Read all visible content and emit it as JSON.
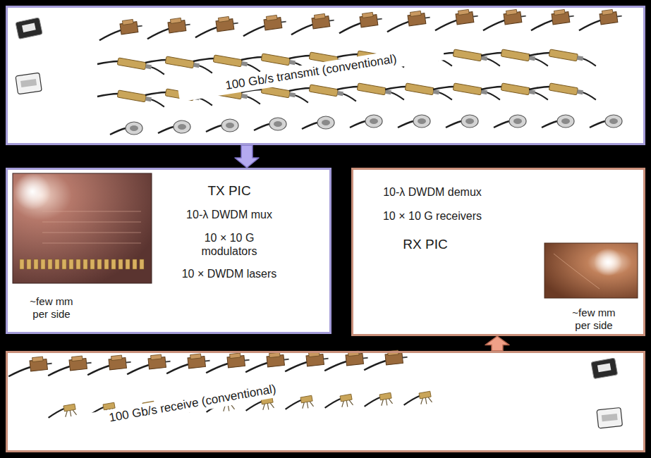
{
  "diagram": {
    "nodes": [
      {
        "text": [
          "100 Gb/s transmit (conventional)"
        ]
      },
      {
        "text": [
          "TX PIC",
          "10-λ DWDM mux",
          "10 × 10 G modulators",
          "10 × DWDM lasers",
          "~few mm per side"
        ]
      },
      {
        "text": [
          "10-λ DWDM demux",
          "10 × 10 G receivers",
          "RX PIC",
          "~few mm per side"
        ]
      },
      {
        "text": [
          "100 Gb/s receive (conventional)"
        ]
      }
    ],
    "edges": [
      {
        "from": 0,
        "to": 1,
        "arrow": "to"
      },
      {
        "from": 3,
        "to": 2,
        "arrow": "to"
      }
    ]
  }
}
